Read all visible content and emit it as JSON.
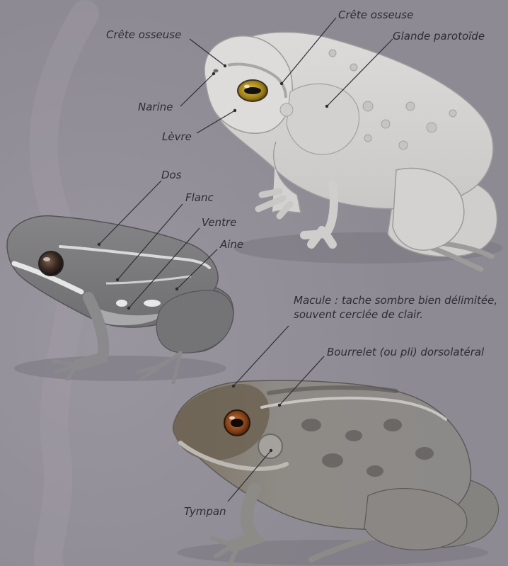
{
  "labels": {
    "crete_osseuse_left": "Crête osseuse",
    "crete_osseuse_top": "Crête osseuse",
    "glande_parotoide": "Glande parotoïde",
    "narine": "Narine",
    "levre": "Lèvre",
    "dos": "Dos",
    "flanc": "Flanc",
    "ventre": "Ventre",
    "aine": "Aine",
    "macule_line1": "Macule : tache sombre bien délimitée,",
    "macule_line2": "souvent cerclée de clair.",
    "bourrelet": "Bourrelet (ou pli) dorsolatéral",
    "tympan": "Tympan"
  },
  "colors": {
    "background": "#8e8a93",
    "toad_skin": "#d6d5d4",
    "frog_grey": "#7d7c7e",
    "frog_stripe": "#e4e4e4",
    "bottom_frog": "#8f8c89",
    "bottom_head": "#6d6353",
    "eye_gold": "#b99a2a",
    "eye_brown": "#5a2b12",
    "leader_line": "#2e2c33"
  }
}
